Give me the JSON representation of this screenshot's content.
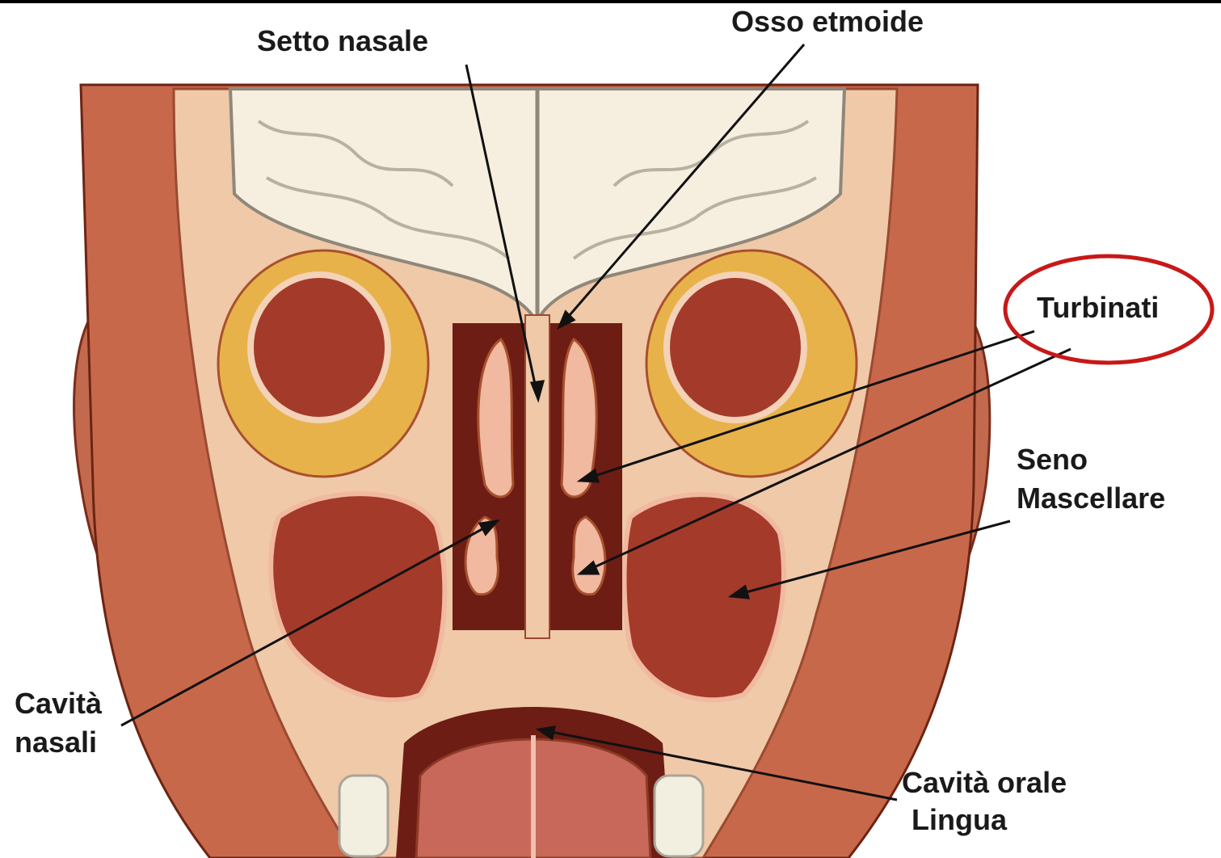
{
  "labels": {
    "setto_nasale": "Setto  nasale",
    "osso_etmoide": "Osso etmoide",
    "turbinati": "Turbinati",
    "seno_line1": "Seno",
    "seno_line2": "Mascellare",
    "cavita_nasali_line1": "Cavità",
    "cavita_nasali_line2": "nasali",
    "cavita_orale_line1": "Cavità orale",
    "cavita_orale_line2": "Lingua"
  },
  "colors": {
    "skin": "#c8684a",
    "skin_dark": "#8e3a26",
    "bone": "#efc9a8",
    "brain": "#f6efe0",
    "brain_fold": "#b9b0a0",
    "fat": "#e8b24a",
    "cavity": "#a43a2a",
    "cavity_dark": "#6e1d14",
    "mucosa": "#f0b9a0",
    "pointer_line": "#111111",
    "highlight_ellipse": "#c81818"
  }
}
